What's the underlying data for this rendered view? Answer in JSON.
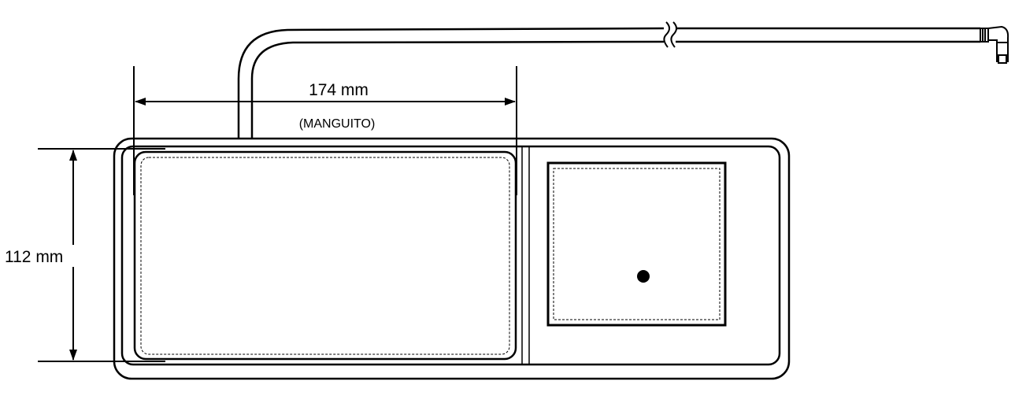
{
  "dimensions": {
    "width_label": "174 mm",
    "width_sublabel": "(MANGUITO)",
    "height_label": "112 mm"
  },
  "colors": {
    "stroke": "#000000",
    "background": "#ffffff"
  }
}
